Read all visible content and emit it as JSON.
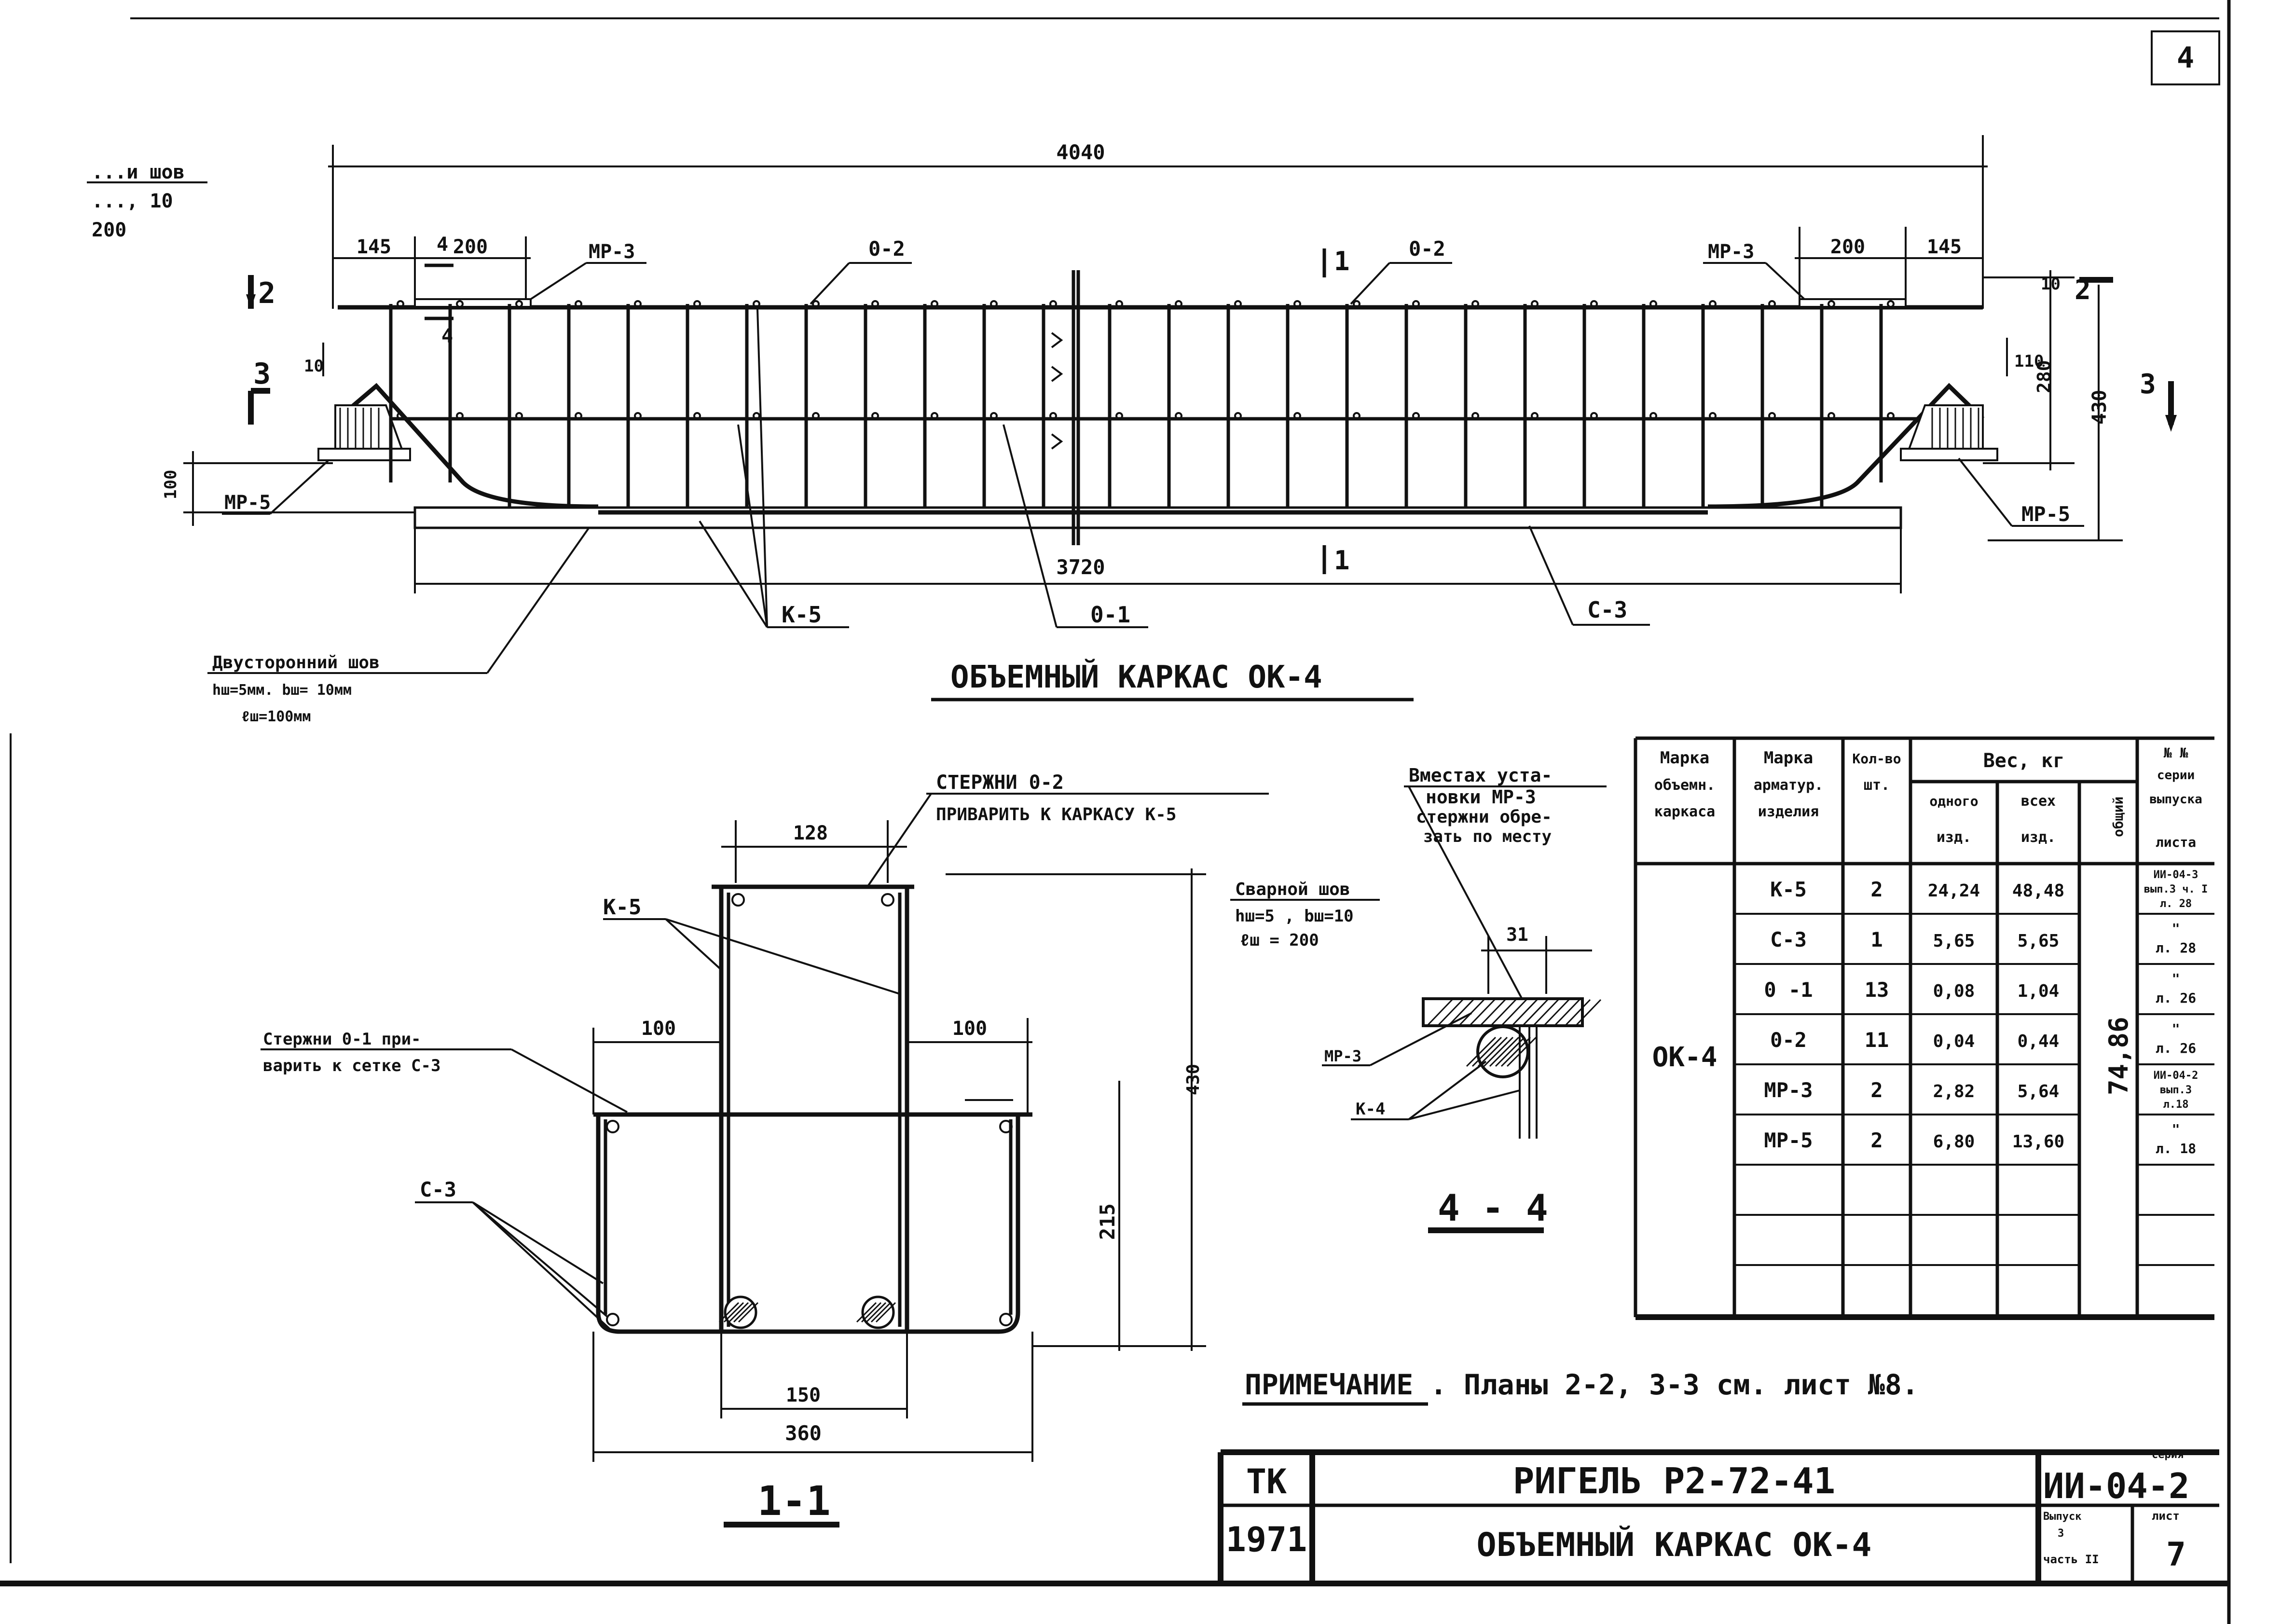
{
  "sheet_number": "4",
  "main_view": {
    "title": "ОБЪЕМНЫЙ КАРКАС ОК-4",
    "dims": {
      "overall": "4040",
      "bottom": "3720",
      "left_145": "145",
      "left_200": "200",
      "right_200": "200",
      "right_145": "145",
      "right_10": "10",
      "right_110": "110",
      "right_280": "280",
      "right_430": "430",
      "left_10": "10",
      "left_100": "100"
    },
    "labels": {
      "mp3_left": "МР-3",
      "mp3_right": "МР-3",
      "o2_left": "0-2",
      "o2_right": "0-2",
      "mp5_left": "МР-5",
      "mp5_right": "МР-5",
      "k5": "К-5",
      "o1": "0-1",
      "c3": "С-3"
    },
    "sections": {
      "s1_top": "1",
      "s1_bottom": "1",
      "s2_left": "2",
      "s2_right": "2",
      "s3_left": "3",
      "s3_right": "3",
      "s4_top": "4",
      "s4_bottom": "4"
    },
    "weld_note_top": [
      "...и шов",
      "..., 10",
      "200"
    ],
    "weld_note": {
      "title": "Двусторонний шов",
      "line1": "hш=5мм. bш= 10мм",
      "line2": "ℓш=100мм"
    }
  },
  "section_1_1": {
    "title": "1-1",
    "labels": {
      "rods_o2_line1": "СТЕРЖНИ 0-2",
      "rods_o2_line2": "ПРИВАРИТЬ К КАРКАСУ К-5",
      "k5": "К-5",
      "rods_o1_line1": "Стержни 0-1 при-",
      "rods_o1_line2": "варить к сетке С-3",
      "c3": "С-3"
    },
    "weld": {
      "title": "Сварной шов",
      "line1": "hш=5 , bш=10",
      "line2": "ℓш = 200"
    },
    "dims": {
      "top": "128",
      "left": "100",
      "right": "100",
      "bottom_inner": "150",
      "bottom": "360",
      "height": "430",
      "lower_height": "215"
    }
  },
  "section_4_4": {
    "title": "4 - 4",
    "note": [
      "Вместах уста-",
      "новки МР-3",
      "стержни обре-",
      "зать по месту"
    ],
    "dim": "31",
    "labels": {
      "mp3": "МР-3",
      "k4": "К-4"
    }
  },
  "spec_table": {
    "headers": {
      "col1": [
        "Марка",
        "объемн.",
        "каркаса"
      ],
      "col2": [
        "Марка",
        "арматур.",
        "изделия"
      ],
      "col3": [
        "Кол-во",
        "шт."
      ],
      "weight": "Вес, кг",
      "one": [
        "одного",
        "изд."
      ],
      "all": [
        "всех",
        "изд."
      ],
      "total": "общий",
      "series": [
        "№ №",
        "серии",
        "выпуска",
        "листа"
      ]
    },
    "frame": "ОК-4",
    "total_weight": "74,86",
    "rows": [
      {
        "item": "К-5",
        "qty": "2",
        "one": "24,24",
        "all": "48,48",
        "ref": [
          "ИИ-04-3",
          "вып.3 ч. I",
          "л. 28"
        ]
      },
      {
        "item": "С-3",
        "qty": "1",
        "one": "5,65",
        "all": "5,65",
        "ref": [
          "\"",
          "л. 28"
        ]
      },
      {
        "item": "0 -1",
        "qty": "13",
        "one": "0,08",
        "all": "1,04",
        "ref": [
          "\"",
          "л. 26"
        ]
      },
      {
        "item": "0-2",
        "qty": "11",
        "one": "0,04",
        "all": "0,44",
        "ref": [
          "\"",
          "л. 26"
        ]
      },
      {
        "item": "МР-3",
        "qty": "2",
        "one": "2,82",
        "all": "5,64",
        "ref": [
          "ИИ-04-2",
          "вып.3",
          "л.18"
        ]
      },
      {
        "item": "МР-5",
        "qty": "2",
        "one": "6,80",
        "all": "13,60",
        "ref": [
          "\"",
          "л. 18"
        ]
      }
    ]
  },
  "note": "ПРИМЕЧАНИЕ . Планы 2-2, 3-3 см. лист №8.",
  "title_block": {
    "org": "ТК",
    "year": "1971",
    "title1": "РИГЕЛЬ Р2-72-41",
    "title2": "ОБЪЕМНЫЙ КАРКАС ОК-4",
    "series_label": "серия",
    "series": "ИИ-04-2",
    "issue_label": [
      "Выпуск",
      "3",
      "часть II"
    ],
    "sheet_label": "лист",
    "sheet": "7"
  }
}
